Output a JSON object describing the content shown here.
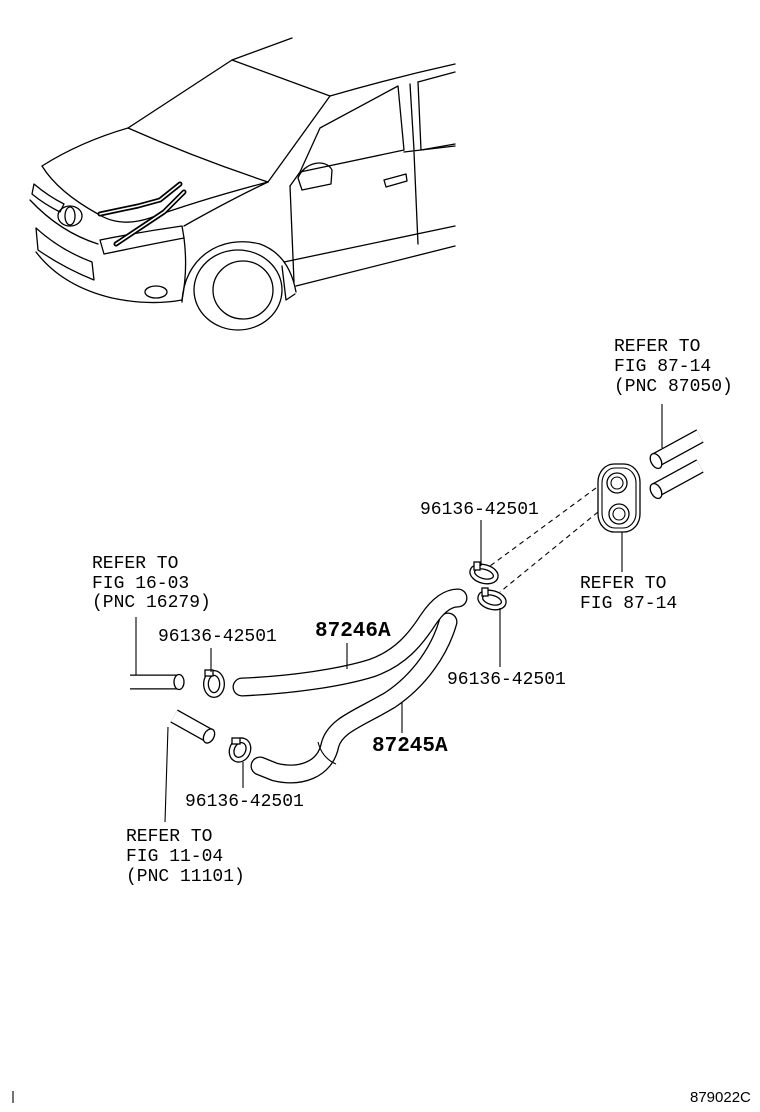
{
  "callouts": {
    "refer_top_right": {
      "line1": "REFER TO",
      "line2": "FIG 87-14",
      "line3": "(PNC 87050)"
    },
    "clamp_upper": "96136-42501",
    "refer_grommet": {
      "line1": "REFER TO",
      "line2": "FIG 87-14"
    },
    "refer_left": {
      "line1": "REFER TO",
      "line2": "FIG 16-03",
      "line3": "(PNC 16279)"
    },
    "clamp_left": "96136-42501",
    "hose_upper": "87246A",
    "clamp_right": "96136-42501",
    "hose_lower": "87245A",
    "clamp_lower": "96136-42501",
    "refer_bottom_left": {
      "line1": "REFER TO",
      "line2": "FIG 11-04",
      "line3": "(PNC 11101)"
    }
  },
  "illustration_number": "879022C"
}
